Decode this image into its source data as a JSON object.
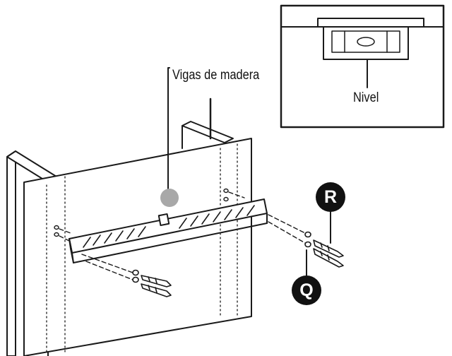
{
  "labels": {
    "wood_studs": "Vigas de madera",
    "level": "Nivel"
  },
  "callouts": {
    "bolt_callout": "R",
    "anchor_callout": "Q"
  },
  "colors": {
    "line": "#1a1a1a",
    "stud_marker": "#a8a8a8",
    "badge_fill": "#111111",
    "badge_text": "#ffffff"
  }
}
